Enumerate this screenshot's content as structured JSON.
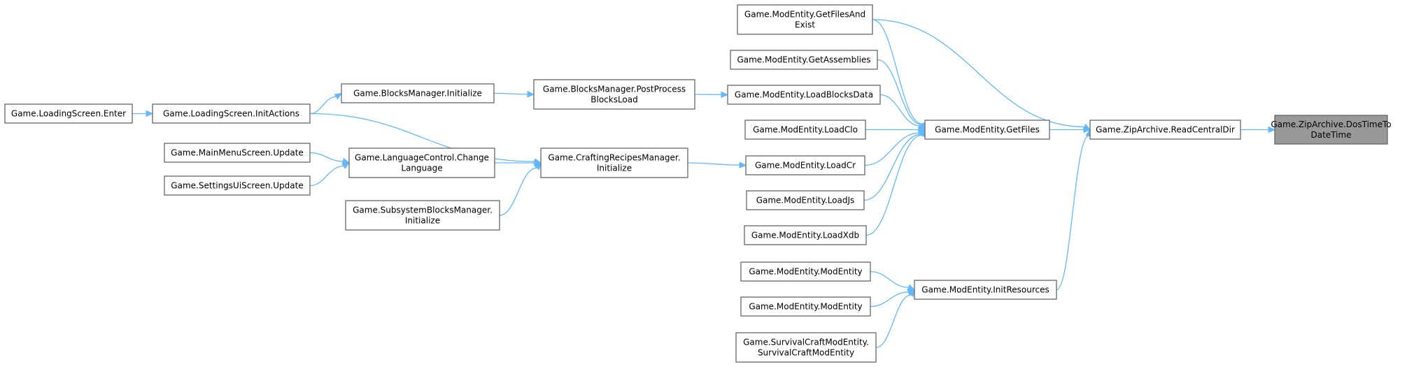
{
  "diagram": {
    "colors": {
      "edge": "#63B8FF",
      "node_border": "#666666",
      "node_fill": "#ffffff",
      "focus_fill": "#999999"
    },
    "nodes": [
      {
        "id": "zip_dostime",
        "lines": [
          "Game.ZipArchive.DosTimeTo",
          "DateTime"
        ],
        "focus": true
      },
      {
        "id": "zip_readcentral",
        "lines": [
          "Game.ZipArchive.ReadCentralDir"
        ]
      },
      {
        "id": "mod_getfiles",
        "lines": [
          "Game.ModEntity.GetFiles"
        ]
      },
      {
        "id": "mod_initres",
        "lines": [
          "Game.ModEntity.InitResources"
        ]
      },
      {
        "id": "mod_getfilesexist",
        "lines": [
          "Game.ModEntity.GetFilesAnd",
          "Exist"
        ]
      },
      {
        "id": "mod_getassemblies",
        "lines": [
          "Game.ModEntity.GetAssemblies"
        ]
      },
      {
        "id": "mod_loadblocksdata",
        "lines": [
          "Game.ModEntity.LoadBlocksData"
        ]
      },
      {
        "id": "mod_loadclo",
        "lines": [
          "Game.ModEntity.LoadClo"
        ]
      },
      {
        "id": "mod_loadcr",
        "lines": [
          "Game.ModEntity.LoadCr"
        ]
      },
      {
        "id": "mod_loadjs",
        "lines": [
          "Game.ModEntity.LoadJs"
        ]
      },
      {
        "id": "mod_loadxdb",
        "lines": [
          "Game.ModEntity.LoadXdb"
        ]
      },
      {
        "id": "mod_ctor1",
        "lines": [
          "Game.ModEntity.ModEntity"
        ]
      },
      {
        "id": "mod_ctor2",
        "lines": [
          "Game.ModEntity.ModEntity"
        ]
      },
      {
        "id": "survival_ctor",
        "lines": [
          "Game.SurvivalCraftModEntity.",
          "SurvivalCraftModEntity"
        ]
      },
      {
        "id": "blocks_postprocess",
        "lines": [
          "Game.BlocksManager.PostProcess",
          "BlocksLoad"
        ]
      },
      {
        "id": "crafting_init",
        "lines": [
          "Game.CraftingRecipesManager.",
          "Initialize"
        ]
      },
      {
        "id": "blocks_init",
        "lines": [
          "Game.BlocksManager.Initialize"
        ]
      },
      {
        "id": "loading_initactions",
        "lines": [
          "Game.LoadingScreen.InitActions"
        ]
      },
      {
        "id": "language_change",
        "lines": [
          "Game.LanguageControl.Change",
          "Language"
        ]
      },
      {
        "id": "subsystem_init",
        "lines": [
          "Game.SubsystemBlocksManager.",
          "Initialize"
        ]
      },
      {
        "id": "loading_enter",
        "lines": [
          "Game.LoadingScreen.Enter"
        ]
      },
      {
        "id": "mainmenu_update",
        "lines": [
          "Game.MainMenuScreen.Update"
        ]
      },
      {
        "id": "settings_update",
        "lines": [
          "Game.SettingsUiScreen.Update"
        ]
      }
    ],
    "edges": [
      {
        "from": "zip_readcentral",
        "to": "zip_dostime"
      },
      {
        "from": "mod_getfiles",
        "to": "zip_readcentral"
      },
      {
        "from": "mod_getfilesexist",
        "to": "zip_readcentral"
      },
      {
        "from": "mod_initres",
        "to": "zip_readcentral"
      },
      {
        "from": "mod_getfilesexist",
        "to": "mod_getfiles"
      },
      {
        "from": "mod_getassemblies",
        "to": "mod_getfiles"
      },
      {
        "from": "mod_loadblocksdata",
        "to": "mod_getfiles"
      },
      {
        "from": "mod_loadclo",
        "to": "mod_getfiles"
      },
      {
        "from": "mod_loadcr",
        "to": "mod_getfiles"
      },
      {
        "from": "mod_loadjs",
        "to": "mod_getfiles"
      },
      {
        "from": "mod_loadxdb",
        "to": "mod_getfiles"
      },
      {
        "from": "mod_ctor1",
        "to": "mod_initres"
      },
      {
        "from": "mod_ctor2",
        "to": "mod_initres"
      },
      {
        "from": "survival_ctor",
        "to": "mod_initres"
      },
      {
        "from": "blocks_postprocess",
        "to": "mod_loadblocksdata"
      },
      {
        "from": "crafting_init",
        "to": "mod_loadcr"
      },
      {
        "from": "blocks_init",
        "to": "blocks_postprocess"
      },
      {
        "from": "loading_initactions",
        "to": "blocks_init"
      },
      {
        "from": "loading_initactions",
        "to": "crafting_init"
      },
      {
        "from": "language_change",
        "to": "crafting_init"
      },
      {
        "from": "subsystem_init",
        "to": "crafting_init"
      },
      {
        "from": "loading_enter",
        "to": "loading_initactions"
      },
      {
        "from": "mainmenu_update",
        "to": "language_change"
      },
      {
        "from": "settings_update",
        "to": "language_change"
      }
    ]
  }
}
